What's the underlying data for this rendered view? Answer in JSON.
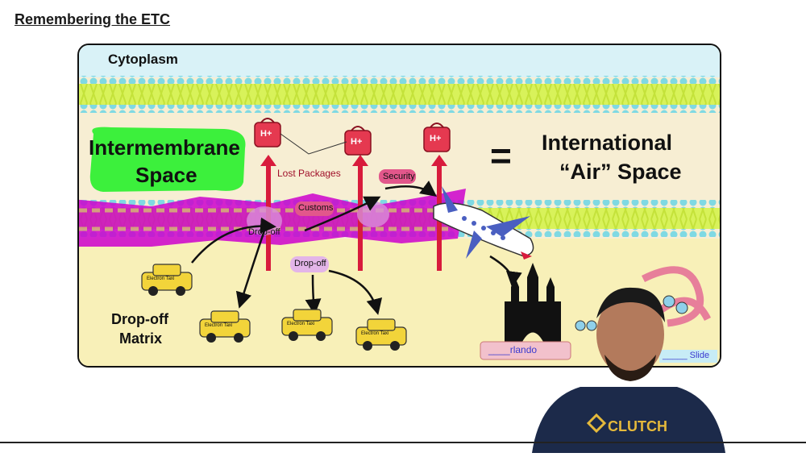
{
  "page": {
    "title": "Remembering the ETC"
  },
  "diagram": {
    "cytoplasm": "Cytoplasm",
    "intermembrane_line1": "Intermembrane",
    "intermembrane_line2": "Space",
    "equals": "=",
    "international_line1": "International",
    "international_line2": "“Air” Space",
    "lost_packages": "Lost Packages",
    "security": "Security",
    "customs": "Customs",
    "dropoff_left": "Drop-off",
    "dropoff_center": "Drop-off",
    "matrix_line1": "Drop-off",
    "matrix_line2": "Matrix",
    "proton_label": "H+",
    "taxi_label": "Electron Taxi",
    "orlando": "____rlando",
    "slide": "_____ Slide",
    "colors": {
      "cytoplasm": "#d9f2f7",
      "membrane_tail": "#d8f25a",
      "membrane_head": "#7fd9e3",
      "intermembrane": "#f7eed3",
      "matrix": "#f8f0b8",
      "highlight_green": "#3cf03c",
      "highlight_magenta": "#cc00cc",
      "proton_arrow": "#d81b3c"
    }
  },
  "presenter": {
    "shirt_logo": "CLUTCH"
  }
}
